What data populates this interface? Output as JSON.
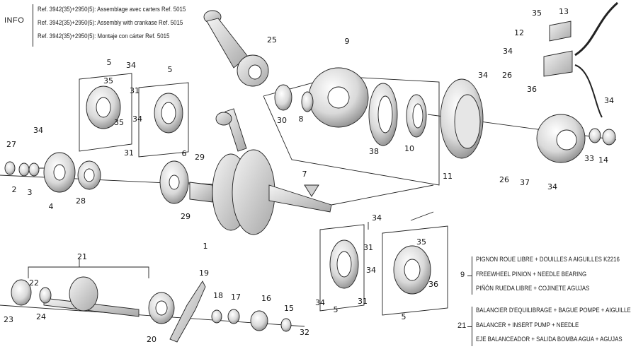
{
  "info": {
    "label": "INFO",
    "lines": [
      "Ref. 3942(35)+2950(5): Assemblage avec carters Ref. 5015",
      "Ref. 3942(35)+2950(5): Assembly with crankase Ref. 5015",
      "Ref. 3942(35)+2950(5): Montaje con cárter Ref. 5015"
    ]
  },
  "callouts": [
    "1",
    "2",
    "3",
    "4",
    "5",
    "5",
    "5",
    "5",
    "6",
    "7",
    "8",
    "9",
    "10",
    "11",
    "12",
    "13",
    "14",
    "15",
    "16",
    "17",
    "18",
    "19",
    "20",
    "21",
    "22",
    "23",
    "24",
    "25",
    "26",
    "26",
    "27",
    "28",
    "29",
    "29",
    "30",
    "31",
    "31",
    "31",
    "31",
    "32",
    "33",
    "34",
    "34",
    "34",
    "34",
    "34",
    "34",
    "34",
    "34",
    "34",
    "34",
    "35",
    "35",
    "35",
    "35",
    "36",
    "36",
    "37",
    "38"
  ],
  "notes": [
    {
      "ref": "9",
      "lines": [
        "PIGNON ROUE LIBRE + DOUILLES A AIGUILLES K2216",
        "FREEWHEEL PINION + NEEDLE BEARING",
        "PIÑÓN RUEDA LIBRE + COJINETE AGUJAS"
      ]
    },
    {
      "ref": "21",
      "lines": [
        "BALANCIER D'EQUILIBRAGE + BAGUE POMPE + AIGUILLE",
        "BALANCER + INSERT PUMP + NEEDLE",
        "EJE BALANCEADOR + SALIDA BOMBA AGUA + AGUJAS"
      ]
    }
  ]
}
